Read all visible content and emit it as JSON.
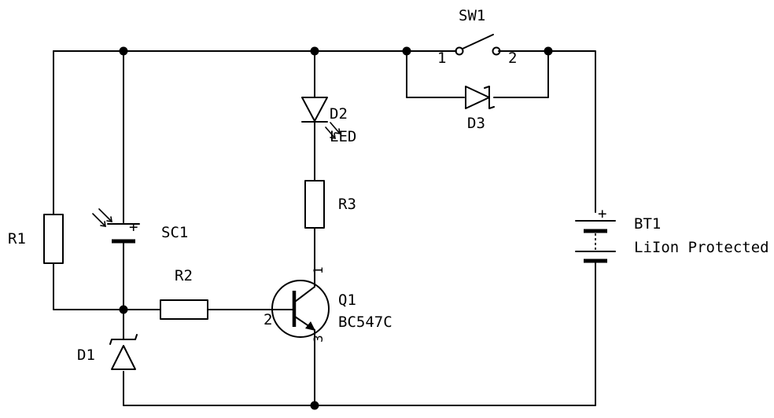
{
  "components": {
    "sw1": {
      "ref": "SW1",
      "pin1": "1",
      "pin2": "2"
    },
    "d2": {
      "ref": "D2",
      "value": "LED"
    },
    "d3": {
      "ref": "D3"
    },
    "r3": {
      "ref": "R3"
    },
    "r1": {
      "ref": "R1"
    },
    "sc1": {
      "ref": "SC1",
      "polarity": "+"
    },
    "r2": {
      "ref": "R2"
    },
    "q1": {
      "ref": "Q1",
      "value": "BC547C",
      "pin1": "1",
      "pin2": "2",
      "pin3": "3"
    },
    "d1": {
      "ref": "D1"
    },
    "bt1": {
      "ref": "BT1",
      "value": "LiIon Protected",
      "polarity": "+"
    }
  }
}
